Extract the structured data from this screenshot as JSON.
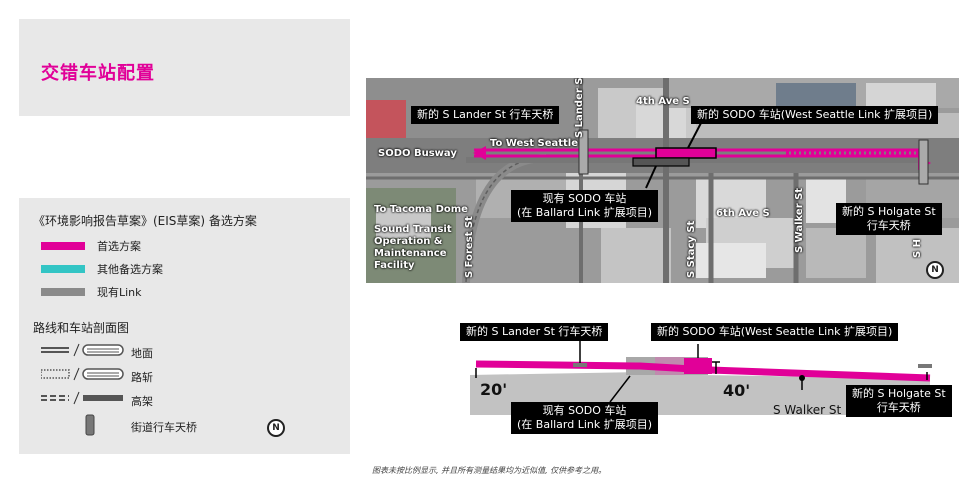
{
  "title": "交错车站配置",
  "legend": {
    "heading": "《环境影响报告草案》(EIS草案) 备选方案",
    "items": [
      {
        "label": "首选方案",
        "color": "#e10098"
      },
      {
        "label": "其他备选方案",
        "color": "#33c5c5"
      },
      {
        "label": "现有Link",
        "color": "#8a8a8a"
      }
    ],
    "section_heading": "路线和车站剖面图",
    "sections": [
      {
        "label": "地面"
      },
      {
        "label": "路斩"
      },
      {
        "label": "高架"
      },
      {
        "label": "街道行车天桥"
      }
    ],
    "north": "N"
  },
  "map": {
    "callouts": {
      "lander": "新的 S Lander St 行车天桥",
      "new_sodo": "新的 SODO 车站(West Seattle Link 扩展项目)",
      "existing_sodo_1": "现有 SODO 车站",
      "existing_sodo_2": "(在 Ballard Link 扩展项目)",
      "holgate_1": "新的 S Holgate St",
      "holgate_2": "行车天桥"
    },
    "labels": {
      "sodo_busway": "SODO Busway",
      "to_west_seattle": "To West Seattle",
      "fourth_ave": "4th Ave S",
      "sixth_ave": "6th Ave S",
      "s_lander_st": "S Lander St",
      "s_forest_st": "S Forest St",
      "s_stacy_st": "S Stacy St",
      "s_walker_st": "S Walker St",
      "s_holgate": "S H",
      "to_tacoma": "To Tacoma Dome",
      "sound_transit_1": "Sound Transit",
      "sound_transit_2": "Operation &",
      "sound_transit_3": "Maintenance",
      "sound_transit_4": "Facility"
    },
    "north": "N",
    "colors": {
      "preferred": "#e10098",
      "existing": "#8a8a8a"
    }
  },
  "profile": {
    "callouts": {
      "lander": "新的 S Lander St 行车天桥",
      "new_sodo": "新的 SODO 车站(West Seattle Link 扩展项目)",
      "existing_sodo_1": "现有 SODO 车站",
      "existing_sodo_2": "(在 Ballard Link 扩展项目)",
      "holgate_1": "新的 S Holgate St",
      "holgate_2": "行车天桥"
    },
    "depth_left": "20'",
    "depth_right": "40'",
    "walker": "S Walker St"
  },
  "footnote": "图表未按比例显示, 并且所有测量结果均为近似值, 仅供参考之用。"
}
